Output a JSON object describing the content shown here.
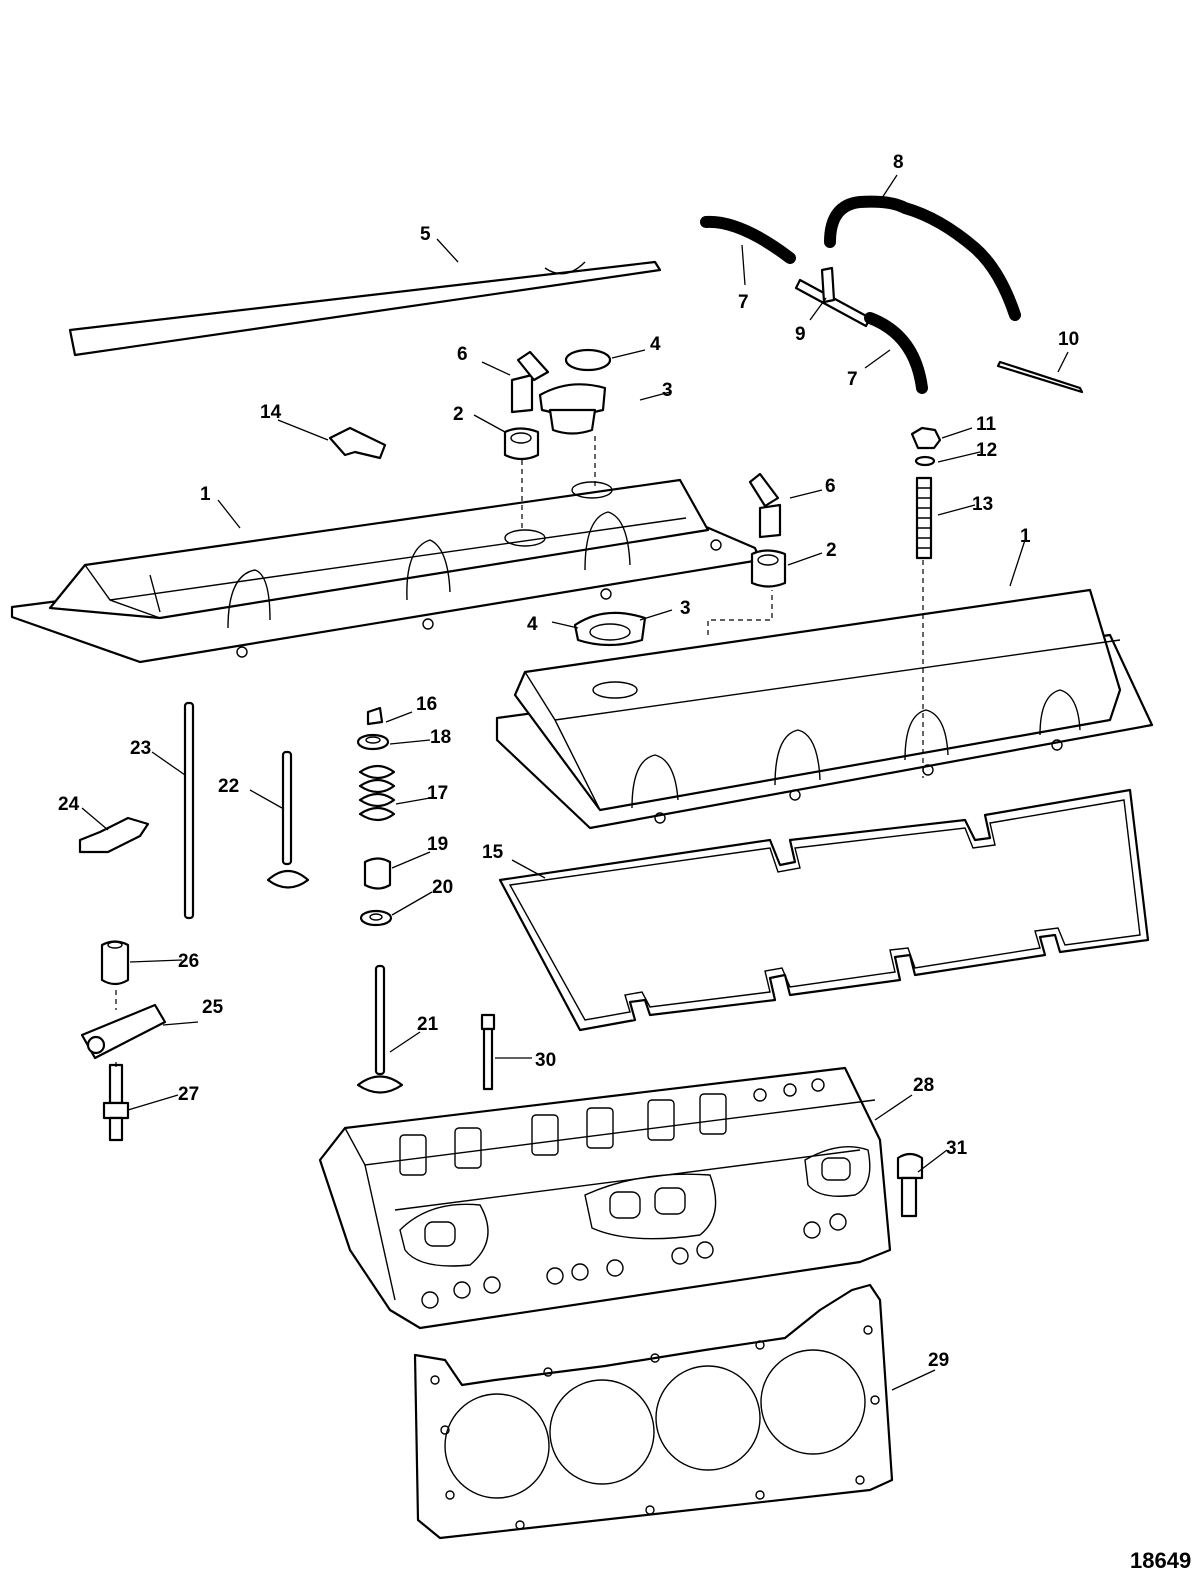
{
  "figure_number": "18649",
  "callouts": [
    {
      "id": "c1a",
      "text": "1"
    },
    {
      "id": "c1b",
      "text": "1"
    },
    {
      "id": "c2a",
      "text": "2"
    },
    {
      "id": "c2b",
      "text": "2"
    },
    {
      "id": "c3a",
      "text": "3"
    },
    {
      "id": "c3b",
      "text": "3"
    },
    {
      "id": "c4a",
      "text": "4"
    },
    {
      "id": "c4b",
      "text": "4"
    },
    {
      "id": "c5",
      "text": "5"
    },
    {
      "id": "c6a",
      "text": "6"
    },
    {
      "id": "c6b",
      "text": "6"
    },
    {
      "id": "c7a",
      "text": "7"
    },
    {
      "id": "c7b",
      "text": "7"
    },
    {
      "id": "c8",
      "text": "8"
    },
    {
      "id": "c9",
      "text": "9"
    },
    {
      "id": "c10",
      "text": "10"
    },
    {
      "id": "c11",
      "text": "11"
    },
    {
      "id": "c12",
      "text": "12"
    },
    {
      "id": "c13",
      "text": "13"
    },
    {
      "id": "c14",
      "text": "14"
    },
    {
      "id": "c15",
      "text": "15"
    },
    {
      "id": "c16",
      "text": "16"
    },
    {
      "id": "c17",
      "text": "17"
    },
    {
      "id": "c18",
      "text": "18"
    },
    {
      "id": "c19",
      "text": "19"
    },
    {
      "id": "c20",
      "text": "20"
    },
    {
      "id": "c21",
      "text": "21"
    },
    {
      "id": "c22",
      "text": "22"
    },
    {
      "id": "c23",
      "text": "23"
    },
    {
      "id": "c24",
      "text": "24"
    },
    {
      "id": "c25",
      "text": "25"
    },
    {
      "id": "c26",
      "text": "26"
    },
    {
      "id": "c27",
      "text": "27"
    },
    {
      "id": "c28",
      "text": "28"
    },
    {
      "id": "c29",
      "text": "29"
    },
    {
      "id": "c30",
      "text": "30"
    },
    {
      "id": "c31",
      "text": "31"
    }
  ]
}
